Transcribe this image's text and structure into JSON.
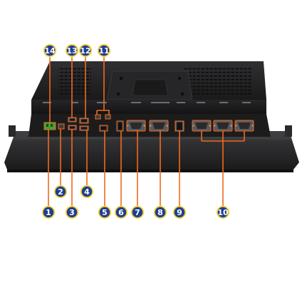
{
  "colors": {
    "background": "#ffffff",
    "chassis_dark": "#1e1e1f",
    "chassis_mid": "#2e2e30",
    "vent_slot": "#0c0c0d",
    "callout_fill": "#1f3f8e",
    "callout_stroke": "#f4d23a",
    "leader_line": "#f26a1d",
    "port_highlight": "#f26a1d",
    "terminal_green": "#3fa33a"
  },
  "callouts": [
    {
      "id": "14",
      "label": "14",
      "icon": "power-terminal-icon"
    },
    {
      "id": "13",
      "label": "13",
      "icon": "usb-port-icon"
    },
    {
      "id": "12",
      "label": "12",
      "icon": "usb-port-icon"
    },
    {
      "id": "11",
      "label": "11",
      "icon": "lan-port-icon"
    },
    {
      "id": "1",
      "label": "1",
      "icon": "dc-in-terminal-icon"
    },
    {
      "id": "2",
      "label": "2",
      "icon": "power-button-icon"
    },
    {
      "id": "3",
      "label": "3",
      "icon": "usb-port-icon"
    },
    {
      "id": "4",
      "label": "4",
      "icon": "usb-port-icon"
    },
    {
      "id": "5",
      "label": "5",
      "icon": "lan-port-icon"
    },
    {
      "id": "6",
      "label": "6",
      "icon": "hdmi-port-icon"
    },
    {
      "id": "7",
      "label": "7",
      "icon": "serial-port-icon"
    },
    {
      "id": "8",
      "label": "8",
      "icon": "serial-port-icon"
    },
    {
      "id": "9",
      "label": "9",
      "icon": "usb-port-icon"
    },
    {
      "id": "10",
      "label": "10",
      "icon": "serial-port-group-icon"
    }
  ]
}
